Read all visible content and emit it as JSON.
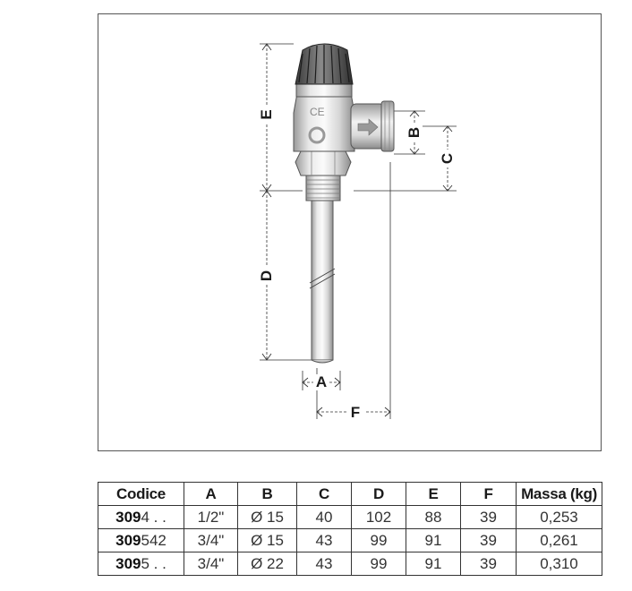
{
  "drawing": {
    "labels": {
      "a": "A",
      "b": "B",
      "c": "C",
      "d": "D",
      "e": "E",
      "f": "F"
    },
    "valve_marks": {
      "ce": "CE"
    }
  },
  "table": {
    "headers": [
      "Codice",
      "A",
      "B",
      "C",
      "D",
      "E",
      "F",
      "Massa (kg)"
    ],
    "rows": [
      {
        "code_prefix": "309",
        "code_suffix": "4 . .",
        "a": "1/2\"",
        "b": "Ø 15",
        "c": "40",
        "d": "102",
        "e": "88",
        "f": "39",
        "mass": "0,253"
      },
      {
        "code_prefix": "309",
        "code_suffix": "542",
        "a": "3/4\"",
        "b": "Ø 15",
        "c": "43",
        "d": "99",
        "e": "91",
        "f": "39",
        "mass": "0,261"
      },
      {
        "code_prefix": "309",
        "code_suffix": "5 . .",
        "a": "3/4\"",
        "b": "Ø 22",
        "c": "43",
        "d": "99",
        "e": "91",
        "f": "39",
        "mass": "0,310"
      }
    ]
  }
}
